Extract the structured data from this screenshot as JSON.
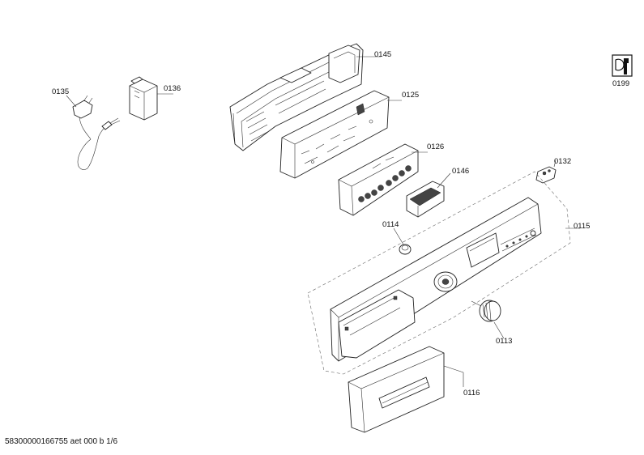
{
  "labels": {
    "p0145": "0145",
    "p0135": "0135",
    "p0136": "0136",
    "p0125": "0125",
    "p0126": "0126",
    "p0146": "0146",
    "p0132": "0132",
    "p0199": "0199",
    "p0114": "0114",
    "p0115": "0115",
    "p0113": "0113",
    "p0116": "0116"
  },
  "footer": "58300000166755 aet 000 b 1/6",
  "icons": {
    "service": "wrench-service-icon"
  }
}
